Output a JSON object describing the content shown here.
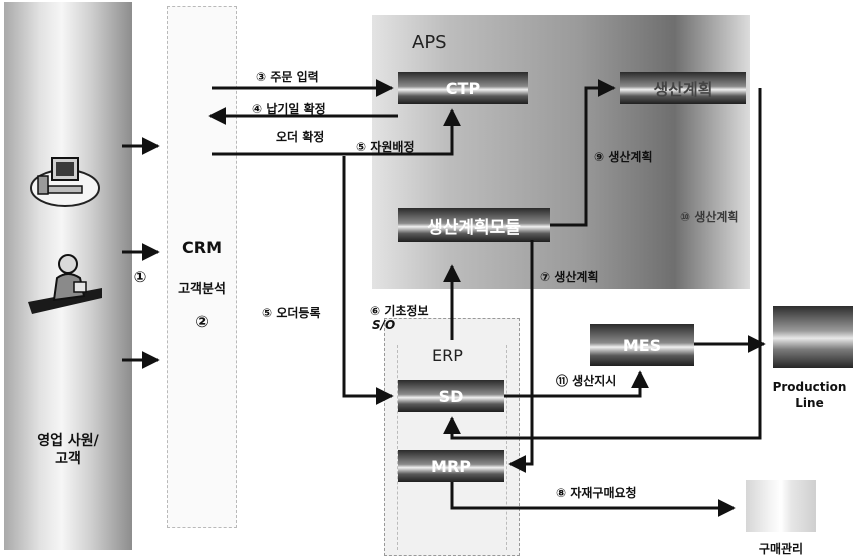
{
  "sales": {
    "label": "영업 사원/\n고객",
    "label_line1": "영업 사원/",
    "label_line2": "고객"
  },
  "crm": {
    "title": "CRM",
    "subtitle": "고객분석",
    "num_left": "①",
    "num_right": "②"
  },
  "aps": {
    "title": "APS",
    "ctp": "CTP",
    "planning_module": "생산계획모듈",
    "top_right_box": "생산계획"
  },
  "erp": {
    "title": "ERP",
    "sd": "SD",
    "mrp": "MRP"
  },
  "mes": {
    "label": "MES"
  },
  "production": {
    "line1": "Production",
    "line2": "Line"
  },
  "purchasing": {
    "label": "구매관리"
  },
  "flows": {
    "order_input": "③ 주문 입력",
    "delivery_confirm": "④ 납기일 확정",
    "order_confirm": "오더 확정",
    "resource_alloc": "⑤ 자원배정",
    "order_register": "⑤ 오더등록",
    "basic_info": "⑥ 기초정보",
    "so": "S/O",
    "plan7": "⑦ 생산계획",
    "material_req": "⑧ 자재구매요청",
    "plan9": "⑨ 생산계획",
    "plan10": "⑩ 생산계획",
    "instruction": "⑪ 생산지시"
  },
  "colors": {
    "arrow": "#111111",
    "bar_dark": "#2b2b2b"
  }
}
